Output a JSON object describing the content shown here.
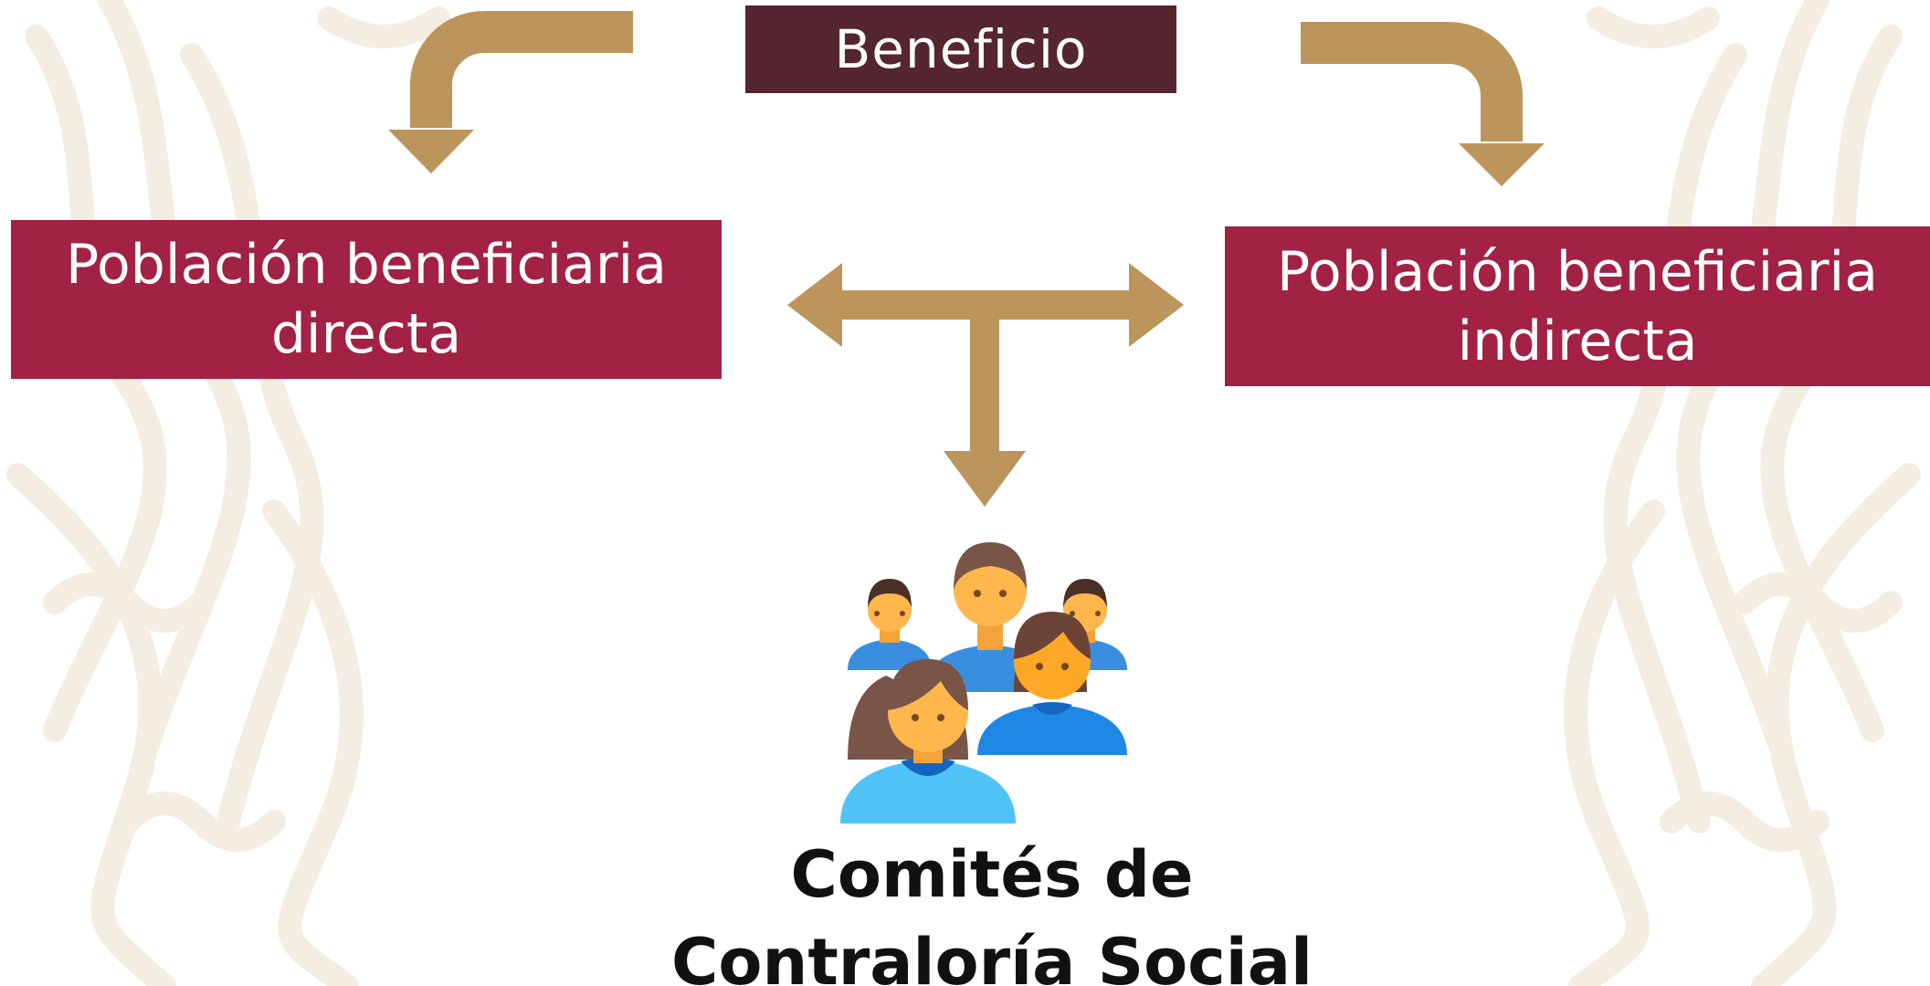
{
  "diagram": {
    "top_box": {
      "label": "Beneficio"
    },
    "left_box": {
      "line1": "Población beneficiaria",
      "line2": "directa"
    },
    "right_box": {
      "line1": "Población beneficiaria",
      "line2": "indirecta"
    },
    "committee": {
      "line1": "Comités de",
      "line2": "Contraloría Social"
    }
  },
  "icons": {
    "people": "group-of-people-icon"
  },
  "colors": {
    "top_box": "#55262f",
    "side_boxes": "#a12244",
    "arrows": "#bc955c",
    "background_pattern": "#f3ede2",
    "title_text": "#111111"
  }
}
